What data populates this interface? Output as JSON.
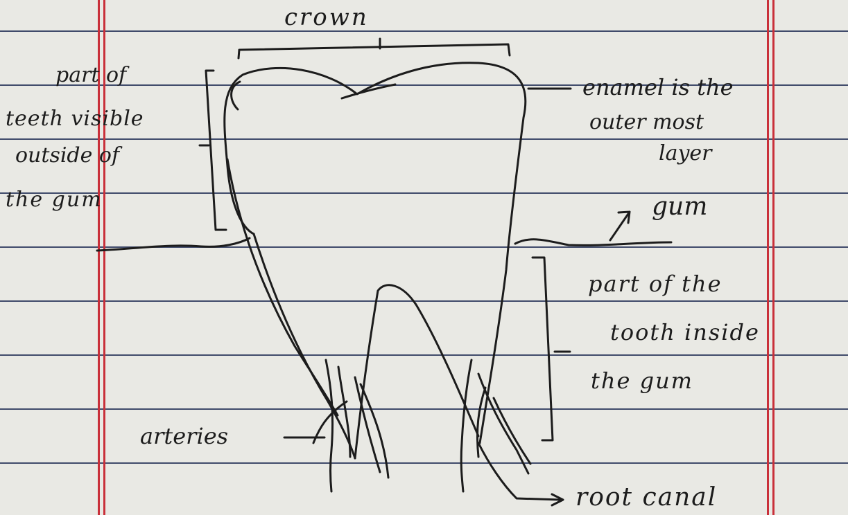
{
  "diagram": {
    "labels": {
      "crown": "crown",
      "visible_part_line1": "part of",
      "visible_part_line2": "teeth visible",
      "visible_part_line3": "outside of",
      "visible_part_line4": "the gum",
      "enamel_line1": "enamel is the",
      "enamel_line2": "outer most",
      "enamel_line3": "layer",
      "gum": "gum",
      "inside_part_line1": "part of the",
      "inside_part_line2": "tooth inside",
      "inside_part_line3": "the gum",
      "arteries": "arteries",
      "root_canal": "root canal"
    },
    "colors": {
      "ink": "#1c1c1c",
      "paper": "#e9e9e4",
      "rule_line": "#3f4a6a",
      "margin_line": "#c9303a"
    }
  }
}
